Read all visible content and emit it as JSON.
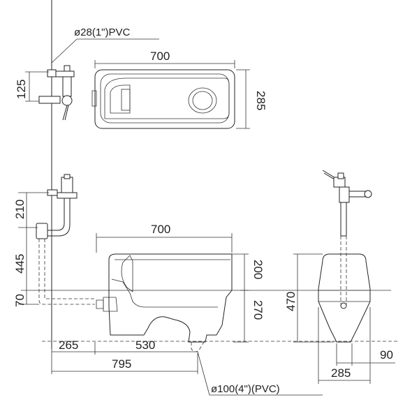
{
  "labels": {
    "pipe_top": "ø28(1\")PVC",
    "pipe_bottom": "ø100(4\")(PVC)"
  },
  "dimensions": {
    "top_width": "700",
    "top_depth": "285",
    "valve_height": "125",
    "side_width": "700",
    "side_height_upper": "200",
    "side_height_lower": "270",
    "pipe_210": "210",
    "pipe_445": "445",
    "pipe_70": "70",
    "offset_265": "265",
    "offset_530": "530",
    "overall_795": "795",
    "front_height": "470",
    "front_width": "285",
    "outlet_90": "90"
  }
}
